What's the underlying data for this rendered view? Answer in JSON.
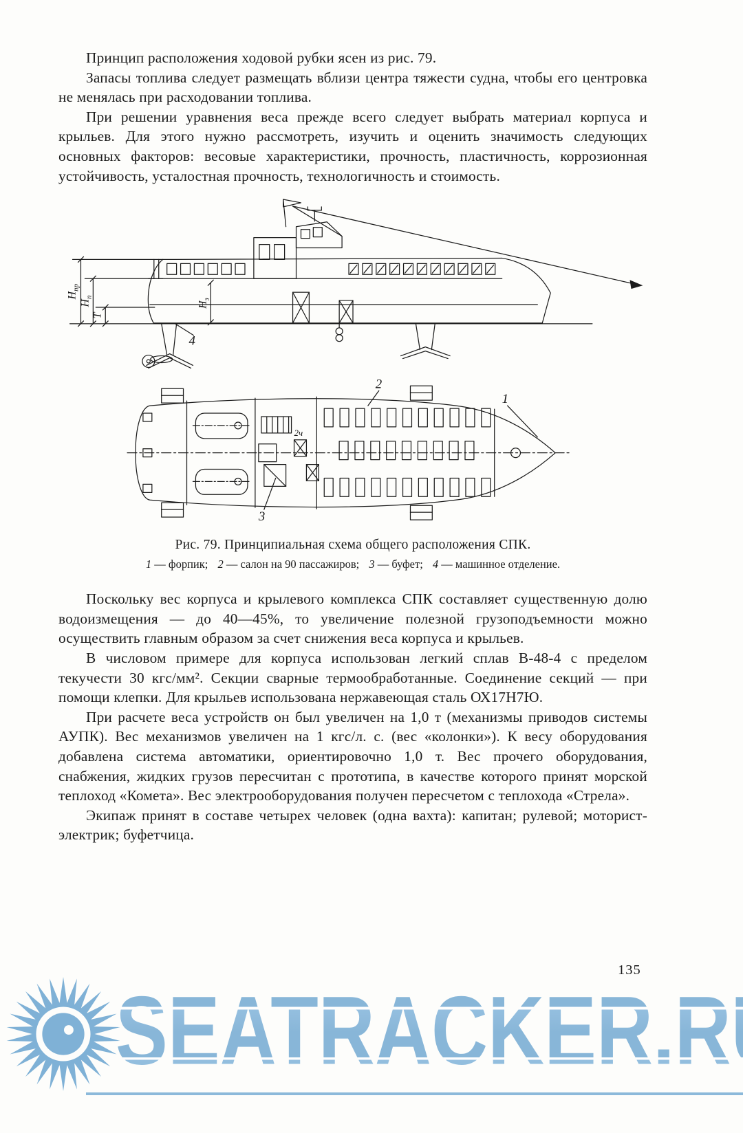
{
  "page": {
    "number": "135"
  },
  "text": {
    "p1": "Принцип расположения ходовой рубки ясен из рис. 79.",
    "p2": "Запасы топлива следует размещать вблизи центра тяжести судна, чтобы его центровка не менялась при расходовании топлива.",
    "p3": "При решении уравнения веса прежде всего следует выбрать материал корпуса и крыльев. Для этого нужно рассмотреть, изучить и оценить значимость следующих основных факторов: весовые характеристики, прочность, пластичность, коррозионная устойчивость, усталостная прочность, технологичность и стоимость.",
    "p4": "Поскольку вес корпуса и крылевого комплекса СПК составляет существенную долю водоизмещения — до 40—45%, то увеличение полезной грузоподъемности можно осуществить главным образом за счет снижения веса корпуса и крыльев.",
    "p5": "В числовом примере для корпуса использован легкий сплав В-48-4 с пределом текучести 30 кгс/мм². Секции сварные термообработанные. Соединение секций — при помощи клепки. Для крыльев использована нержавеющая сталь ОХ17Н7Ю.",
    "p6": "При расчете веса устройств он был увеличен на 1,0 т (механизмы приводов системы АУПК). Вес механизмов увеличен на 1 кгс/л. с. (вес «колонки»). К весу оборудования добавлена система автоматики, ориентировочно 1,0 т. Вес прочего оборудования, снабжения, жидких грузов пересчитан с прототипа, в качестве которого принят морской теплоход «Комета». Вес электрооборудования получен пересчетом с теплохода «Стрела».",
    "p7": "Экипаж принят в составе четырех человек (одна вахта): капитан; рулевой; моторист-электрик; буфетчица."
  },
  "figure": {
    "caption": "Рис. 79. Принципиальная схема общего расположения СПК.",
    "legend": [
      {
        "num": "1",
        "text": " — форпик;"
      },
      {
        "num": "2",
        "text": " — салон на 90 пассажиров;"
      },
      {
        "num": "3",
        "text": " — буфет;"
      },
      {
        "num": "4",
        "text": " — машинное отделение."
      }
    ],
    "dims": {
      "hpr": {
        "base": "Н",
        "sub": "пр"
      },
      "hp": {
        "base": "Н",
        "sub": "п"
      },
      "hz": {
        "base": "Н",
        "sub": "з"
      },
      "t": {
        "base": "Т",
        "sub": ""
      }
    },
    "callouts": {
      "c1": "1",
      "c2": "2",
      "c3": "3",
      "c4": "4",
      "mid": "2ч"
    }
  },
  "watermark": {
    "text": "SEATRACKER.RU",
    "color": "#7fb1d6"
  },
  "colors": {
    "ink": "#1b1b1b",
    "paper": "#fdfdfb"
  }
}
